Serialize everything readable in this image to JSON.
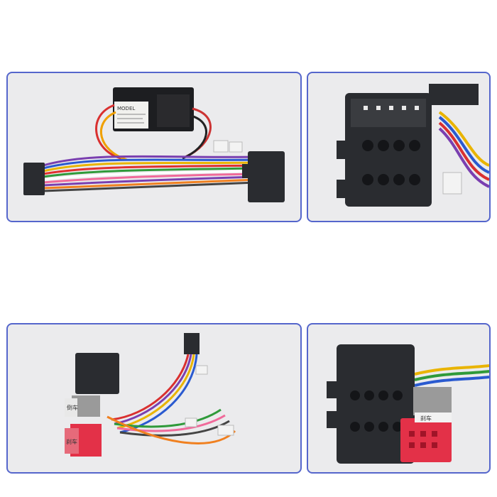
{
  "colors": {
    "frame": "#5566cc",
    "background": "#ebebed",
    "connector_black": "#2a2c30",
    "red_connector": "#e33148"
  },
  "photos": [
    {
      "subject": "harness-with-module"
    },
    {
      "subject": "iso-connector-closeup"
    },
    {
      "subject": "harness-with-labeled-connectors"
    },
    {
      "subject": "iso-and-red-connector-closeup"
    }
  ],
  "labels": {
    "module": "MODEL",
    "tag_gray": "倒车",
    "tag_red": "刹车",
    "tag_red_closeup": "刹车"
  }
}
